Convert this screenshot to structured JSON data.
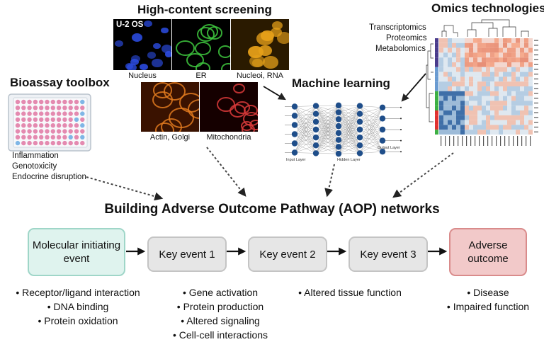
{
  "high_content": {
    "title": "High-content screening",
    "cell_line": "U-2 OS",
    "panels": [
      {
        "label": "Nucleus",
        "color": "#2b4be0"
      },
      {
        "label": "ER",
        "color": "#3ec83e"
      },
      {
        "label": "Nucleoi, RNA",
        "color": "#e6a019"
      },
      {
        "label": "Actin, Golgi",
        "color": "#e07a1e"
      },
      {
        "label": "Mitochondria",
        "color": "#d93a3a"
      }
    ]
  },
  "omics": {
    "title": "Omics technologies",
    "items": [
      "Transcriptomics",
      "Proteomics",
      "Metabolomics"
    ]
  },
  "bioassay": {
    "title": "Bioassay toolbox",
    "items": [
      "Inflammation",
      "Genotoxicity",
      "Endocrine disruption"
    ]
  },
  "ml": {
    "title": "Machine learning",
    "layers": [
      "Input Layer",
      "Hidden Layer",
      "Output Layer"
    ]
  },
  "aop": {
    "title": "Building Adverse Outcome Pathway (AOP) networks",
    "boxes": [
      {
        "label": "Molecular initiating event",
        "fill": "#dff3ee",
        "border": "#9fd6c8"
      },
      {
        "label": "Key event 1",
        "fill": "#e6e6e6",
        "border": "#c4c4c4"
      },
      {
        "label": "Key event 2",
        "fill": "#e6e6e6",
        "border": "#c4c4c4"
      },
      {
        "label": "Key event 3",
        "fill": "#e6e6e6",
        "border": "#c4c4c4"
      },
      {
        "label": "Adverse outcome",
        "fill": "#f2c9c9",
        "border": "#d98b8b"
      }
    ],
    "bullets": {
      "mie": [
        "• Receptor/ligand interaction",
        "• DNA binding",
        "• Protein oxidation"
      ],
      "ke1": [
        "• Gene activation",
        "• Protein production",
        "• Altered signaling",
        "• Cell-cell interactions"
      ],
      "ke2": [
        "• Altered tissue function"
      ],
      "ao": [
        "• Disease",
        "• Impaired function"
      ]
    }
  },
  "colors": {
    "nn_node": "#1f4e8a",
    "arrow": "#333333"
  }
}
